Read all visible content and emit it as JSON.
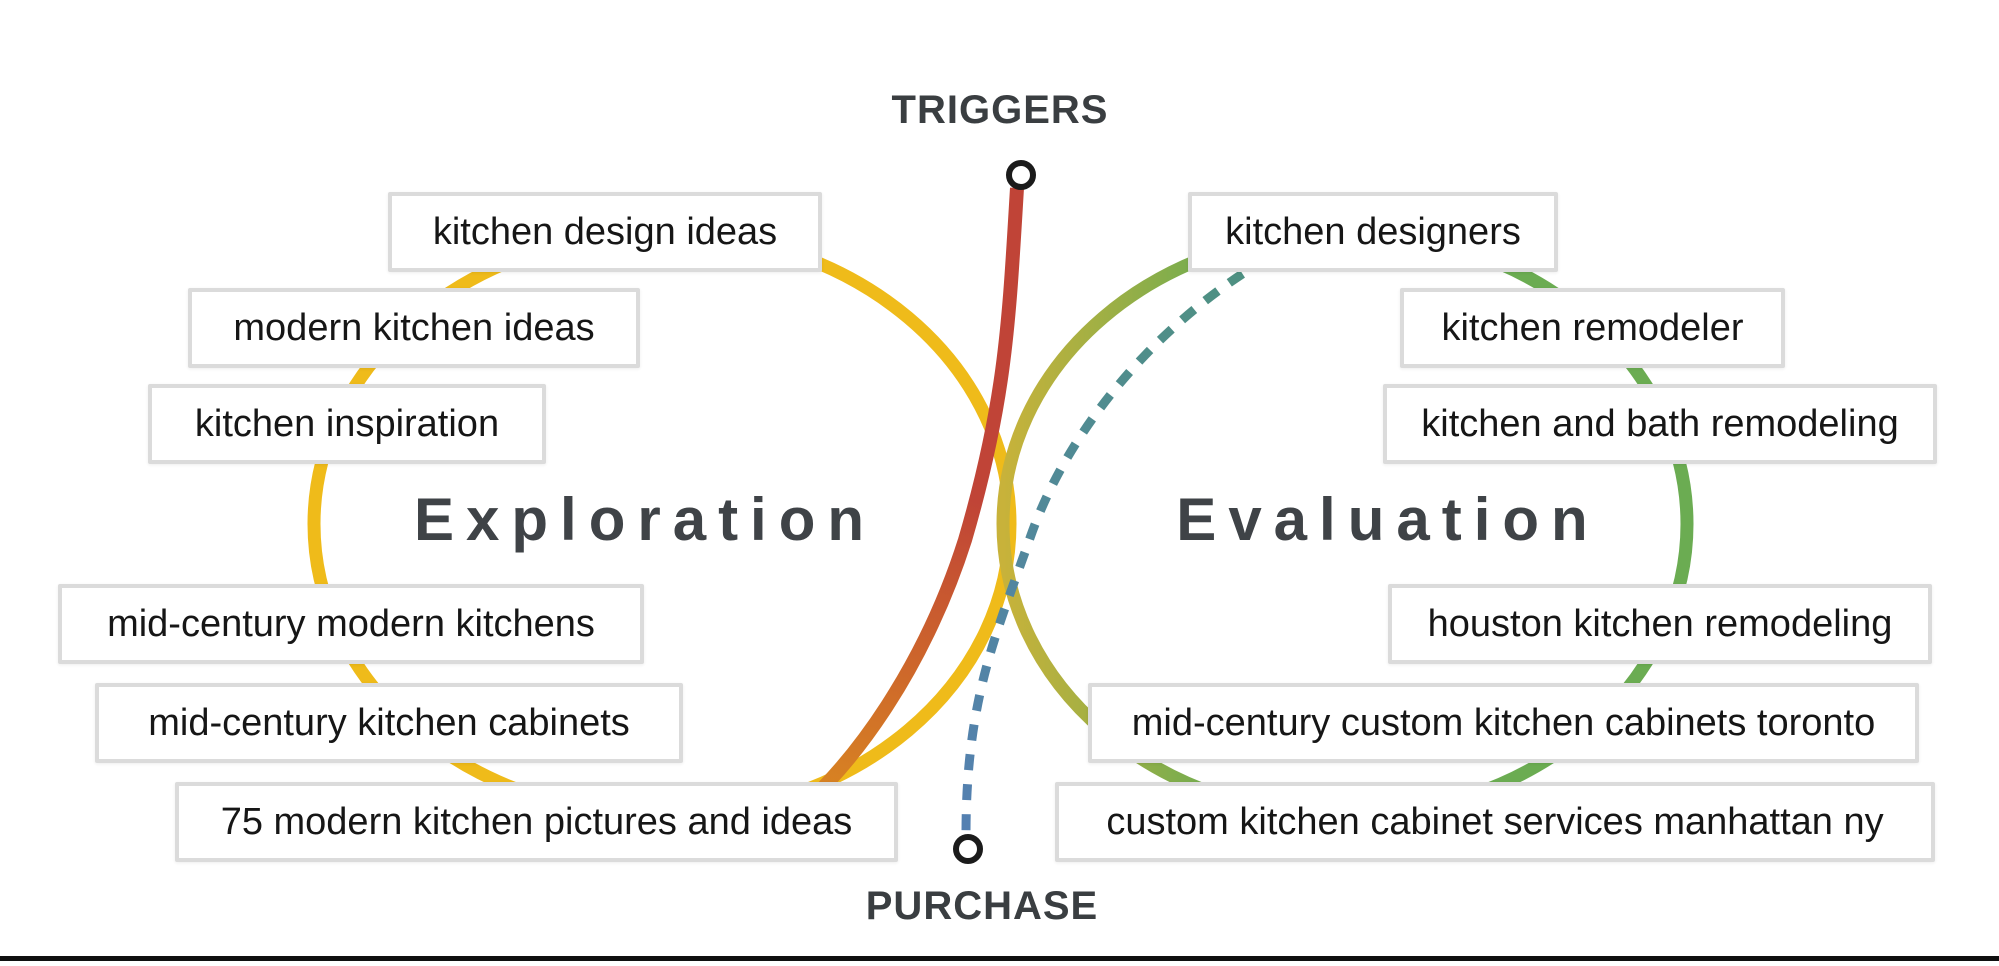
{
  "journey": {
    "triggers_label": "TRIGGERS",
    "purchase_label": "PURCHASE",
    "loops": {
      "exploration": {
        "title": "Exploration"
      },
      "evaluation": {
        "title": "Evaluation"
      }
    },
    "keywords": {
      "left": [
        "kitchen design ideas",
        "modern kitchen ideas",
        "kitchen inspiration",
        "mid-century modern kitchens",
        "mid-century kitchen cabinets",
        "75 modern kitchen pictures and ideas"
      ],
      "right": [
        "kitchen designers",
        "kitchen remodeler",
        "kitchen and bath remodeling",
        "houston kitchen remodeling",
        "mid-century custom kitchen cabinets toronto",
        "custom kitchen cabinet services manhattan ny"
      ]
    },
    "colors": {
      "ring_yellow": "#efbb1a",
      "ring_green": "#6bac52",
      "ring_olive": "#c8b23a",
      "trigger_red": "#c04437",
      "trigger_orange": "#dc8e1e",
      "dash_teal": "#4e9180",
      "dash_blue": "#5480b2",
      "node_stroke": "#1b1b1b",
      "node_fill": "#ffffff"
    }
  }
}
